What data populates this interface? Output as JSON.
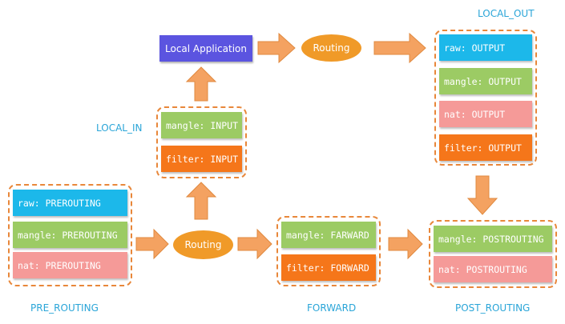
{
  "labels": {
    "local_out": "LOCAL_OUT",
    "local_in": "LOCAL_IN",
    "pre_routing": "PRE_ROUTING",
    "forward": "FORWARD",
    "post_routing": "POST_ROUTING"
  },
  "local_application": "Local Application",
  "routing_top": "Routing",
  "routing_bottom": "Routing",
  "chains": {
    "local_out": [
      "raw: OUTPUT",
      "mangle: OUTPUT",
      "nat: OUTPUT",
      "filter: OUTPUT"
    ],
    "local_in": [
      "mangle: INPUT",
      "filter: INPUT"
    ],
    "pre_routing": [
      "raw: PREROUTING",
      "mangle: PREROUTING",
      "nat: PREROUTING"
    ],
    "forward": [
      "mangle: FARWARD",
      "filter: FORWARD"
    ],
    "post_routing": [
      "mangle: POSTROUTING",
      "nat: POSTROUTING"
    ]
  },
  "colors": {
    "raw": "#1cb8ea",
    "mangle": "#9ccb64",
    "nat": "#f59a98",
    "filter": "#f5761a",
    "application": "#5b54e0",
    "routing": "#f09a28",
    "arrow": "#f4a261",
    "dashed_border": "#e8873a",
    "label_text": "#2aa5d8"
  }
}
